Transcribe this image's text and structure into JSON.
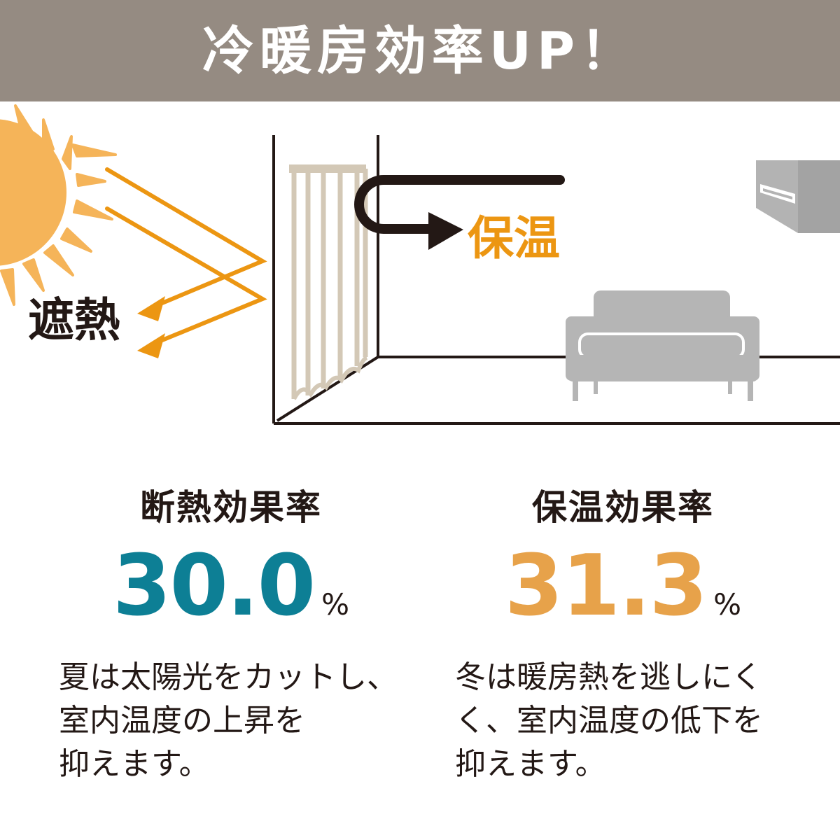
{
  "header": {
    "title": "冷暖房効率UP！",
    "background_color": "#958b82"
  },
  "illustration": {
    "label_heat_shield": "遮熱",
    "label_heat_retention": "保温",
    "icons": [
      "sun-icon",
      "window-curtain-icon",
      "air-conditioner-icon",
      "sofa-icon",
      "u-turn-arrow-icon",
      "reflected-arrow-icon"
    ],
    "arrow_color": "#ec9612",
    "sun_color": "#f5b459"
  },
  "stats": {
    "left": {
      "title": "断熱効果率",
      "value": "30.0",
      "unit": "%",
      "color": "#0d7f95"
    },
    "right": {
      "title": "保温効果率",
      "value": "31.3",
      "unit": "%",
      "color": "#e7a24a"
    }
  },
  "descriptions": {
    "left": {
      "line1": "夏は太陽光をカットし、",
      "line2": "室内温度の上昇を",
      "line3": "抑えます。"
    },
    "right": {
      "line1": "冬は暖房熱を逃しにく",
      "line2": "く、室内温度の低下を",
      "line3": "抑えます。"
    }
  }
}
